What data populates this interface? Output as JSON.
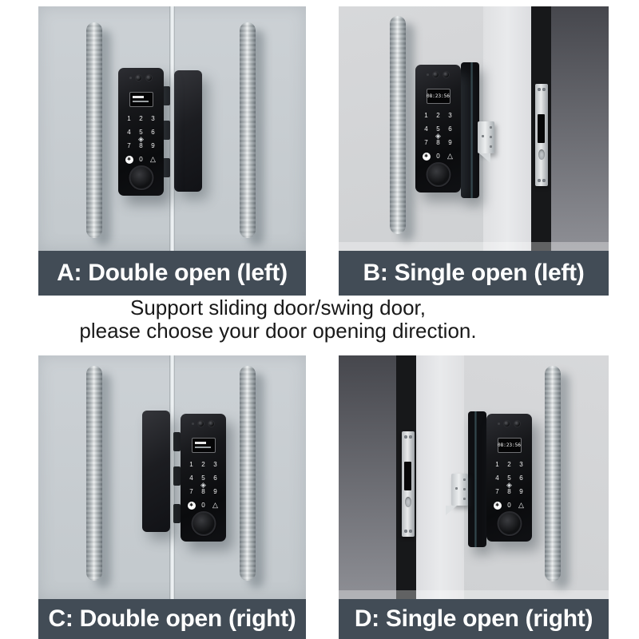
{
  "divider": {
    "line1": "Support sliding door/swing door,",
    "line2": "please choose your door opening direction."
  },
  "panels": [
    {
      "key": "A",
      "label": "A: Double open (left)"
    },
    {
      "key": "B",
      "label": "B: Single open (left)"
    },
    {
      "key": "C",
      "label": "C: Double open (right)"
    },
    {
      "key": "D",
      "label": "D: Single open (right)"
    }
  ],
  "lock": {
    "display_time": "08:23:56",
    "card_icon": "◈",
    "keys": [
      "1",
      "2",
      "3",
      "4",
      "5",
      "6",
      "7",
      "8",
      "9",
      "✱",
      "0",
      "△"
    ]
  },
  "colors": {
    "label_bar": "#424c56",
    "label_text": "#ffffff",
    "door_glass": "#c7ccd0",
    "door_single": "#d4d5d7",
    "frame_black": "#17181a",
    "wall_top": "#46474d",
    "wall_bottom": "#8e8f95",
    "handle_silver": "#c9cdd0",
    "lock_body": "#0d0e10",
    "instruction_text": "#191919"
  }
}
